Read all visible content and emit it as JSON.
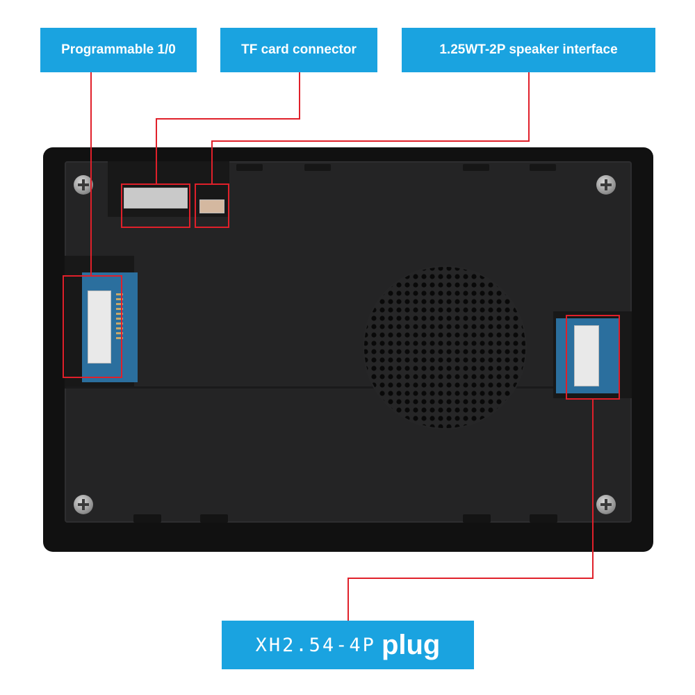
{
  "labels": {
    "programmable_io": "Programmable 1/0",
    "tf_card": "TF card connector",
    "speaker": "1.25WT-2P speaker interface",
    "plug_code": "XH2.54-4P",
    "plug_word": "plug"
  },
  "colors": {
    "label_bg": "#1aa3e0",
    "callout_red": "#e0202a",
    "case": "#111111",
    "pcb": "#2b6f9e"
  }
}
